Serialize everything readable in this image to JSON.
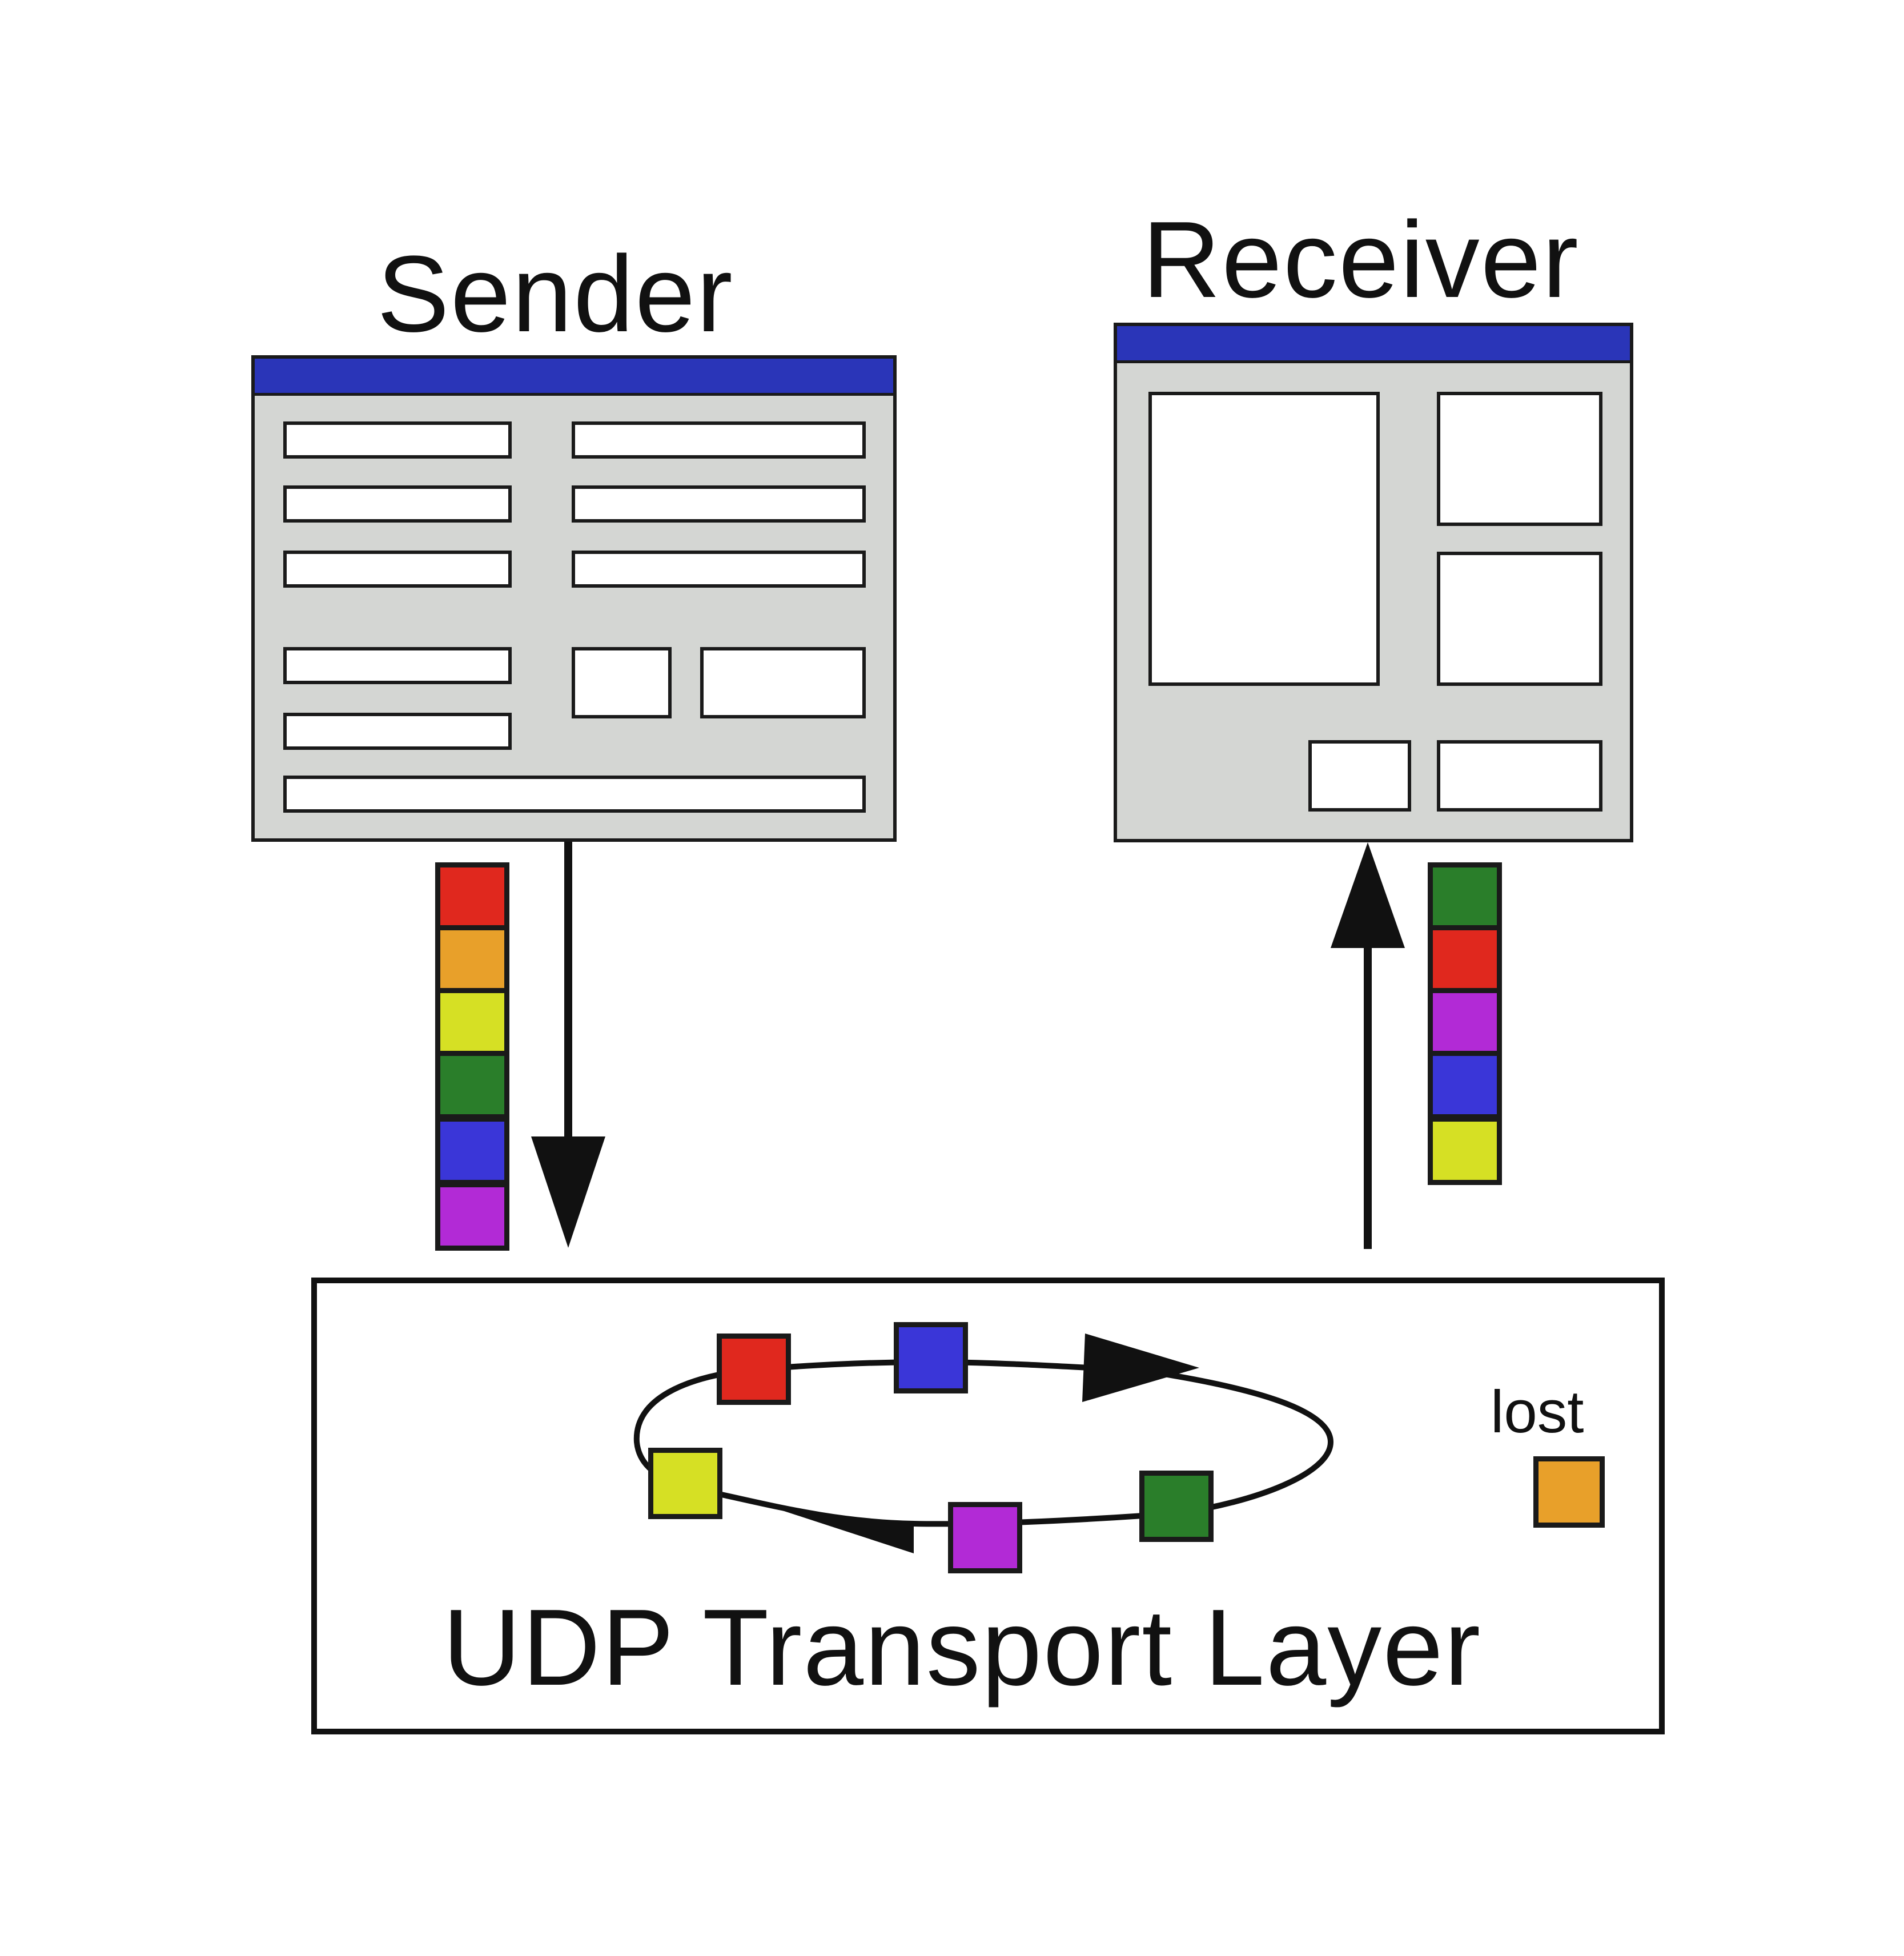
{
  "sender": {
    "label": "Sender"
  },
  "receiver": {
    "label": "Receiver"
  },
  "transport": {
    "label": "UDP Transport Layer",
    "lost_label": "lost"
  },
  "colors": {
    "titlebar": "#2a35b8",
    "window_body": "#d4d6d3",
    "red": "#e0281e",
    "orange": "#e8a02a",
    "yellow": "#d6e024",
    "green": "#2a7e2a",
    "blue": "#3a36d8",
    "purple": "#b22ad6"
  },
  "packets": {
    "sent_order": [
      "red",
      "orange",
      "yellow",
      "green",
      "blue",
      "purple"
    ],
    "received_order": [
      "green",
      "red",
      "purple",
      "blue",
      "yellow"
    ],
    "in_transit": [
      "red",
      "blue",
      "green",
      "purple",
      "yellow"
    ],
    "lost": [
      "orange"
    ]
  }
}
